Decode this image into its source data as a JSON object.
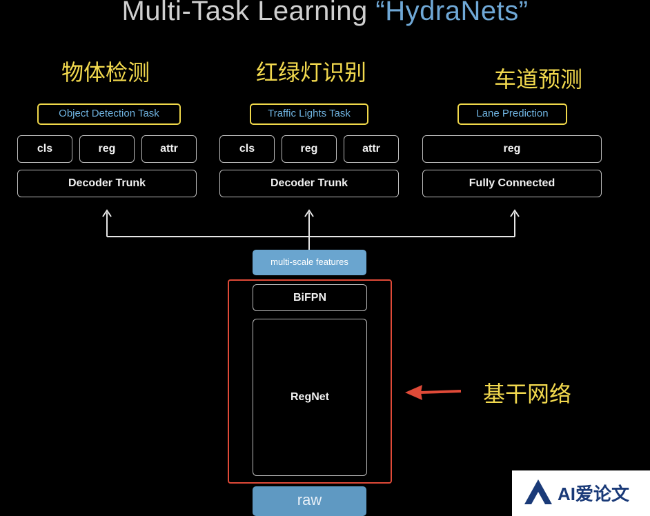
{
  "title": {
    "main": "Multi-Task Learning ",
    "highlight": "“HydraNets”"
  },
  "heads": [
    {
      "cn": "物体检测",
      "task": "Object Detection Task",
      "subs": [
        "cls",
        "reg",
        "attr"
      ],
      "trunk": "Decoder Trunk"
    },
    {
      "cn": "红绿灯识别",
      "task": "Traffic Lights Task",
      "subs": [
        "cls",
        "reg",
        "attr"
      ],
      "trunk": "Decoder Trunk"
    },
    {
      "cn": "车道预测",
      "task": "Lane Prediction",
      "subs": [
        "reg"
      ],
      "trunk": "Fully Connected"
    }
  ],
  "backbone": {
    "features": "multi-scale features",
    "bifpn": "BiFPN",
    "regnet": "RegNet",
    "raw": "raw",
    "label_cn": "基干网络"
  },
  "watermark": {
    "text": "AI爱论文"
  },
  "colors": {
    "task_border": "#f0d84a",
    "task_text": "#6fb3e0",
    "cn_label": "#f2d94e",
    "highlight": "#6fa8d6",
    "red": "#e04a38",
    "feature_bg": "#6aa5cf"
  }
}
